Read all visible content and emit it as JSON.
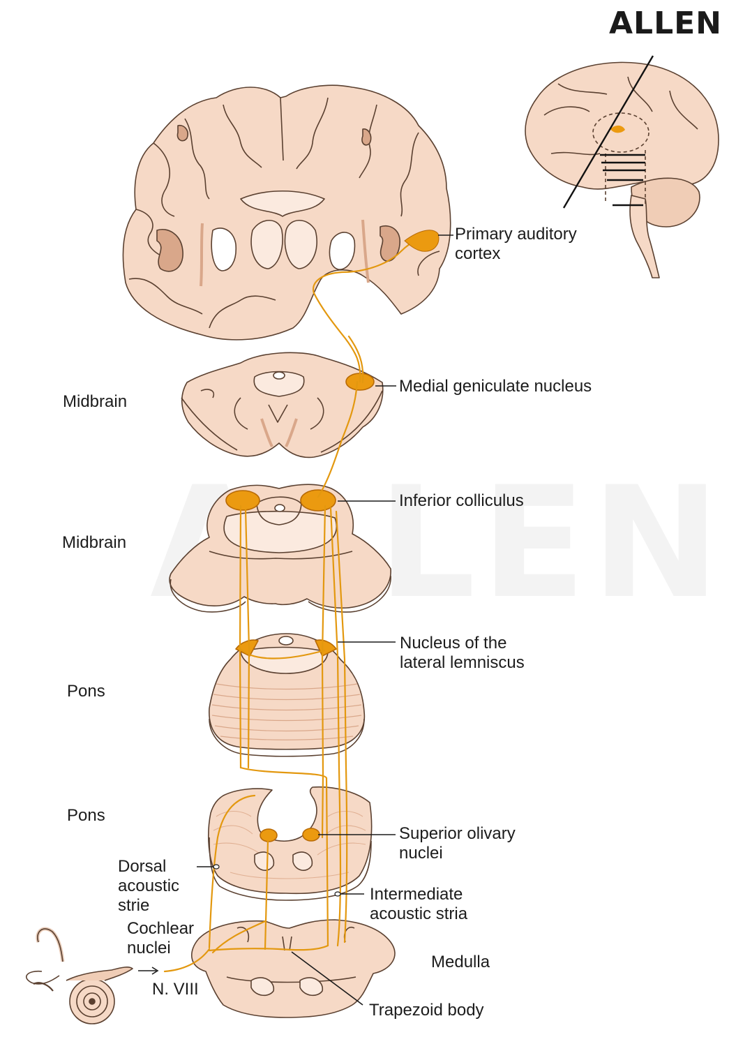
{
  "logo": "ALLEN",
  "watermark": "ALLEN",
  "labels": {
    "primary_auditory_cortex": [
      "Primary auditory",
      "cortex"
    ],
    "medial_geniculate": "Medial geniculate nucleus",
    "midbrain_1": "Midbrain",
    "inferior_colliculus": "Inferior colliculus",
    "midbrain_2": "Midbrain",
    "lateral_lemniscus": [
      "Nucleus of the",
      "lateral lemniscus"
    ],
    "pons_1": "Pons",
    "pons_2": "Pons",
    "superior_olivary": [
      "Superior olivary",
      "nuclei"
    ],
    "dorsal_acoustic": [
      "Dorsal",
      "acoustic",
      "strie"
    ],
    "intermediate_acoustic": [
      "Intermediate",
      "acoustic stria"
    ],
    "cochlear_nuclei": [
      "Cochlear",
      "nuclei"
    ],
    "medulla": "Medulla",
    "nviii": "N. VIII",
    "trapezoid": "Trapezoid body"
  },
  "colors": {
    "tissue": "#f6d9c6",
    "tissue_dark": "#eec2a8",
    "outline": "#5a4030",
    "pathway": "#e3980f",
    "nucleus": "#eb9a10"
  }
}
